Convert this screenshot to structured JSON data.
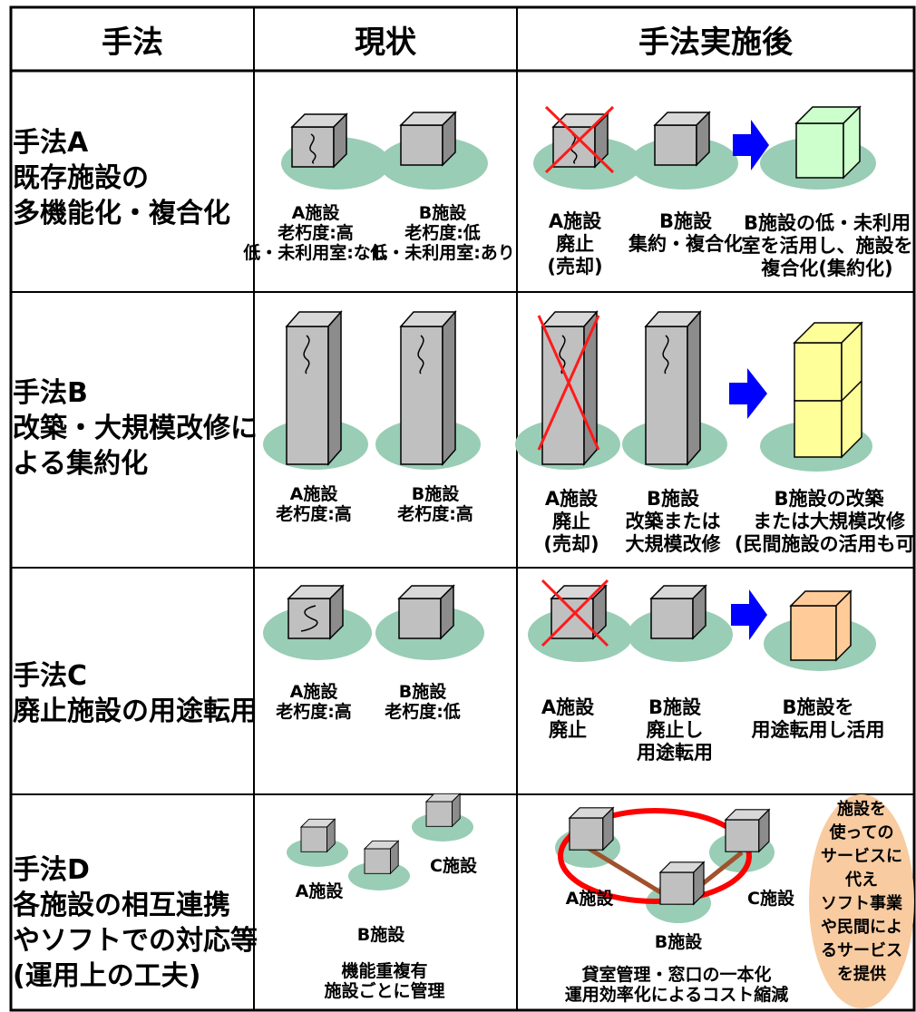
{
  "headers": [
    "手法",
    "現状",
    "手法実施後"
  ],
  "rows": [
    {
      "method": "手法A\n既存施設の\n多機能化・複合化",
      "current": [
        "A施設\n老朽度:高\n低・未利用室:なし",
        "B施設\n老朽度:低\n低・未利用室:あり"
      ],
      "after": [
        "A施設\n廃止\n(売却)",
        "B施設\n集約・複合化",
        "B施設の低・未利用\n室を活用し、施設を\n複合化(集約化)"
      ]
    },
    {
      "method": "手法B\n改築・大規模改修に\nよる集約化",
      "current": [
        "A施設\n老朽度:高",
        "B施設\n老朽度:高"
      ],
      "after": [
        "A施設\n廃止\n(売却)",
        "B施設\n改築または\n大規模改修",
        "B施設の改築\nまたは大規模改修\n(民間施設の活用も可)"
      ]
    },
    {
      "method": "手法C\n廃止施設の用途転用",
      "current": [
        "A施設\n老朽度:高",
        "B施設\n老朽度:低"
      ],
      "after": [
        "A施設\n廃止",
        "B施設\n廃止し\n用途転用",
        "B施設を\n用途転用し活用"
      ]
    },
    {
      "method": "手法D\n各施設の相互連携\nやソフトでの対応等\n(運用上の工夫)",
      "current": [
        "A施設",
        "C施設",
        "B施設",
        "機能重複有\n施設ごとに管理"
      ],
      "after": [
        "A施設",
        "C施設",
        "B施設",
        "貸室管理・窓口の一本化\n運用効率化によるコスト縮減",
        "施設を\n使っての\nサービスに\n代え\nソフト事業\nや民間によ\nるサービス\nを提供"
      ]
    }
  ],
  "colors": {
    "ground": "#99cdb6",
    "building_front": "#c0c0c0",
    "building_top": "#d8d8d8",
    "building_side": "#8c8c8c",
    "cross": "#ff1a1a",
    "arrow": "#0000ff",
    "new_green": "#ccffcc",
    "new_yellow": "#ffff99",
    "new_orange": "#ffcc99",
    "ring_red": "#ff0000",
    "link_brown": "#a0522d",
    "service_oval": "#f8cba0"
  },
  "icons": [
    "building-icon",
    "ground-oval",
    "cross-mark-icon",
    "right-arrow-icon"
  ]
}
